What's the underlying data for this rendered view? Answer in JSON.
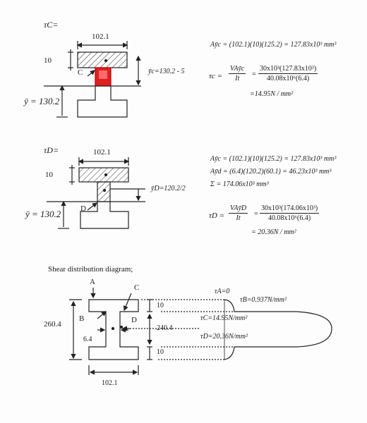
{
  "section1": {
    "heading": "τC=",
    "width_label": "102.1",
    "flange_label": "10",
    "point_label": "C",
    "yc_label": "ȳc=130.2 - 5",
    "ybar_label": "ȳ = 130.2",
    "eq1": "Aȳc = (102.1)(10)(125.2) = 127.83x10³ mm³",
    "tau_lhs": "τc =",
    "frac1_num": "VAȳc",
    "frac1_den": "It",
    "frac2_num": "30x10³(127.83x10³)",
    "frac2_den": "40.08x10⁶(6.4)",
    "result": "=14.95N / mm²"
  },
  "section2": {
    "heading": "τD=",
    "width_label": "102.1",
    "flange_label": "10",
    "point_label": "D",
    "yd_label": "ȳD=120.2/2",
    "ybar_label": "ȳ = 130.2",
    "eq1": "Aȳc = (102.1)(10)(125.2) = 127.83x10³ mm³",
    "eq2": "Aȳd = (6.4)(120.2)(60.1) = 46.23x10³ mm³",
    "eq3": "Σ = 174.06x10³ mm³",
    "tau_lhs": "τD =",
    "frac1_num": "VAȳD",
    "frac1_den": "It",
    "frac2_num": "30x10³(174.06x10³)",
    "frac2_den": "40.08x10⁶(6.4)",
    "result": "= 20.36N / mm²"
  },
  "section3": {
    "heading": "Shear distribution diagram;",
    "label_a": "A",
    "label_b": "B",
    "label_c": "C",
    "label_d": "D",
    "height_label": "260.4",
    "web_label": "6.4",
    "width_label": "102.1",
    "top_flange": "10",
    "web_height": "240.4",
    "bottom_flange": "10",
    "tau_a": "τA=0",
    "tau_b": "τB=0.937N/mm²",
    "tau_c": "τC=14.95N/mm²",
    "tau_d": "τD=20.36N/mm²"
  }
}
